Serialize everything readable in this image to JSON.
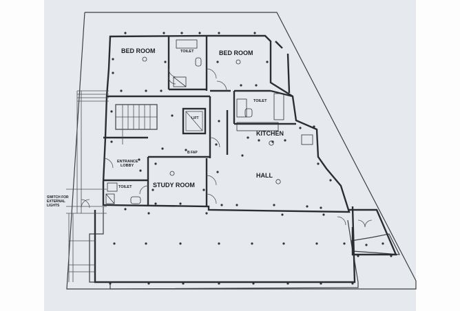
{
  "plan": {
    "rooms": {
      "bed_room_1": "BED ROOM",
      "bed_room_2": "BED ROOM",
      "toilet_1": "TOILET",
      "toilet_2": "TOILET",
      "toilet_3": "TOILET",
      "kitchen": "KITCHEN",
      "lift": "LIFT",
      "entrance_lobby_line1": "ENTRANCE",
      "entrance_lobby_line2": "LOBBY",
      "study_room": "STUDY ROOM",
      "hall": "HALL"
    },
    "annotations": {
      "switch_line1": "SWITCH FOR",
      "switch_line2": "EXTERNAL",
      "switch_line3": "LIGHTS",
      "db_panel": "B FAP"
    }
  }
}
